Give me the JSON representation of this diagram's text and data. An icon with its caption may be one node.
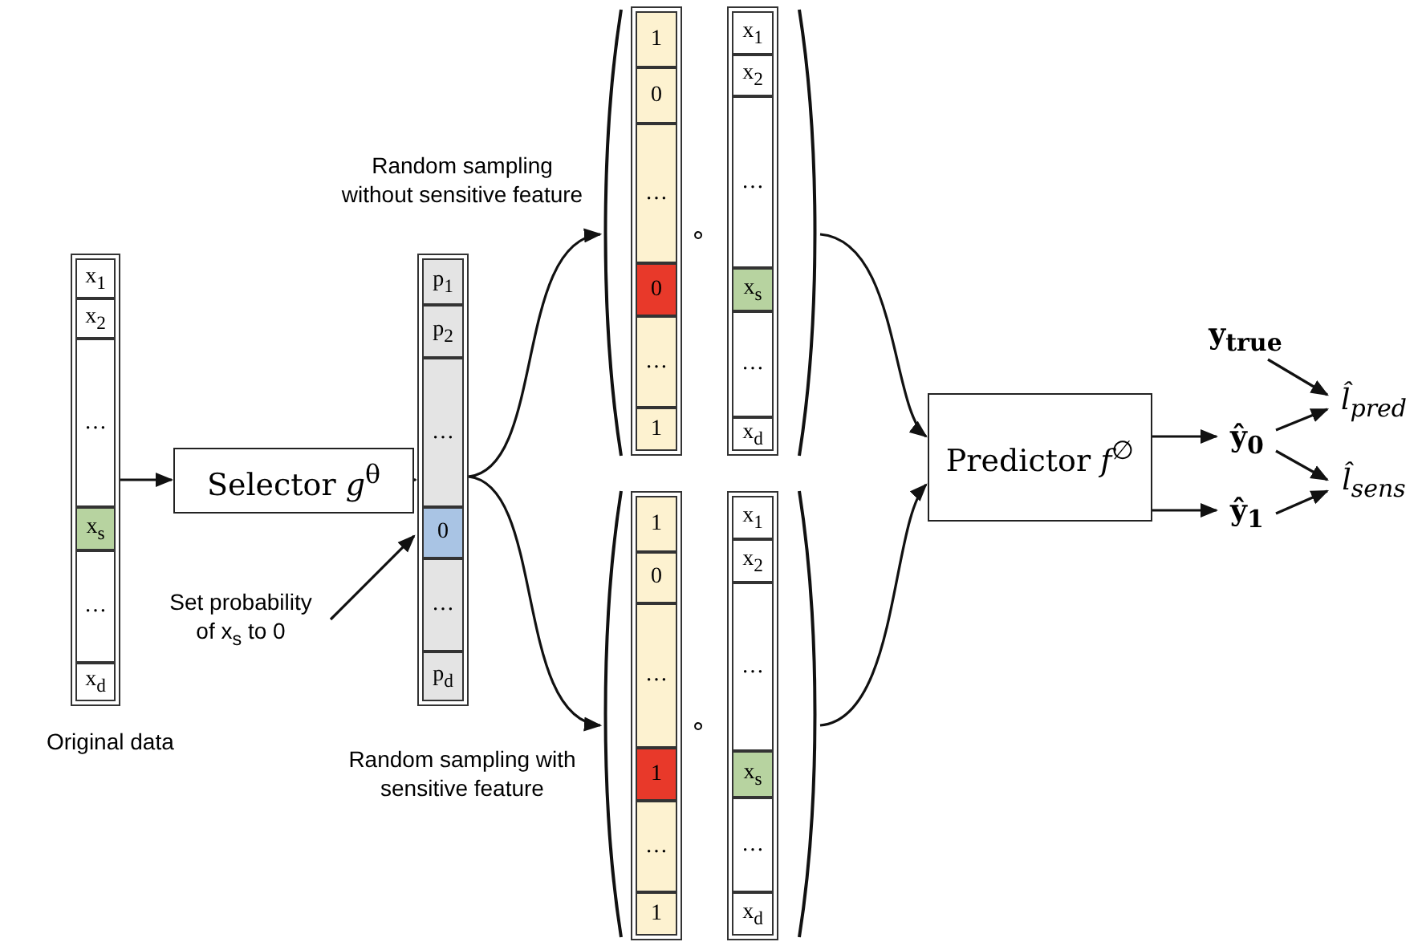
{
  "diagram": {
    "nodes": [
      {
        "text": [],
        "shape": "bar",
        "beside": [
          "Original data"
        ]
      },
      {
        "text": [
          "x$_{1}$"
        ],
        "in": 0
      },
      {
        "text": [
          "x$_{2}$"
        ],
        "in": 0
      },
      {
        "text": [
          "…"
        ],
        "in": 0
      },
      {
        "text": [
          "x$_{s}$"
        ],
        "in": 0
      },
      {
        "text": [
          "…"
        ],
        "in": 0
      },
      {
        "text": [
          "x$_{d}$"
        ],
        "in": 0
      },
      {
        "text": [
          "Selector *g*$^{θ}$"
        ]
      },
      {
        "text": [],
        "shape": "bar"
      },
      {
        "text": [
          "p$_{1}$"
        ],
        "in": 8
      },
      {
        "text": [
          "p$_{2}$"
        ],
        "in": 8
      },
      {
        "text": [
          "…"
        ],
        "in": 8
      },
      {
        "text": [
          "0"
        ],
        "in": 8
      },
      {
        "text": [
          "…"
        ],
        "in": 8
      },
      {
        "text": [
          "p$_{d}$"
        ],
        "in": 8
      },
      {
        "text": [
          "Set probability of x$_{s}$ to 0"
        ]
      },
      {
        "text": [],
        "shape": "bracket"
      },
      {
        "text": [],
        "shape": "bar",
        "in": 16
      },
      {
        "text": [
          "1"
        ],
        "in": 17
      },
      {
        "text": [
          "0"
        ],
        "in": 17
      },
      {
        "text": [
          "…"
        ],
        "in": 17
      },
      {
        "text": [
          "0"
        ],
        "in": 17
      },
      {
        "text": [
          "…"
        ],
        "in": 17
      },
      {
        "text": [
          "1"
        ],
        "in": 17
      },
      {
        "text": [],
        "shape": "bar",
        "in": 16
      },
      {
        "text": [
          "x$_{1}$"
        ],
        "in": 24
      },
      {
        "text": [
          "x$_{2}$"
        ],
        "in": 24
      },
      {
        "text": [
          "…"
        ],
        "in": 24
      },
      {
        "text": [
          "x$_{s}$"
        ],
        "in": 24
      },
      {
        "text": [
          "…"
        ],
        "in": 24
      },
      {
        "text": [
          "x$_{d}$"
        ],
        "in": 24
      },
      {
        "text": [],
        "shape": "bracket"
      },
      {
        "text": [],
        "shape": "bar",
        "in": 31
      },
      {
        "text": [
          "1"
        ],
        "in": 32
      },
      {
        "text": [
          "0"
        ],
        "in": 32
      },
      {
        "text": [
          "…"
        ],
        "in": 32
      },
      {
        "text": [
          "1"
        ],
        "in": 32
      },
      {
        "text": [
          "…"
        ],
        "in": 32
      },
      {
        "text": [
          "1"
        ],
        "in": 32
      },
      {
        "text": [],
        "shape": "bar",
        "in": 31
      },
      {
        "text": [
          "x$_{1}$"
        ],
        "in": 39
      },
      {
        "text": [
          "x$_{2}$"
        ],
        "in": 39
      },
      {
        "text": [
          "…"
        ],
        "in": 39
      },
      {
        "text": [
          "x$_{s}$"
        ],
        "in": 39
      },
      {
        "text": [
          "…"
        ],
        "in": 39
      },
      {
        "text": [
          "x$_{d}$"
        ],
        "in": 39
      },
      {
        "text": [
          "Predictor *f*$^{∅}$"
        ]
      },
      {
        "text": [
          "ŷ$_{0}$"
        ]
      },
      {
        "text": [
          "ŷ$_{1}$"
        ]
      },
      {
        "text": [
          "y$_{true}$"
        ]
      },
      {
        "text": [
          "l̂$_{pred}$"
        ]
      },
      {
        "text": [
          "l̂$_{sens}$"
        ]
      }
    ],
    "edges": [
      {
        "from": 0,
        "to": 7,
        "arrow": "to"
      },
      {
        "from": 7,
        "to": 8,
        "arrow": "to"
      },
      {
        "from": 8,
        "to": 16,
        "arrow": "to",
        "label": "Random sampling without sensitive feature"
      },
      {
        "from": 8,
        "to": 31,
        "arrow": "to",
        "label": "Random sampling with sensitive feature"
      },
      {
        "from": 15,
        "to": 12,
        "arrow": "to"
      },
      {
        "from": 16,
        "to": 46,
        "arrow": "to"
      },
      {
        "from": 31,
        "to": 46,
        "arrow": "to"
      },
      {
        "from": 46,
        "to": 47,
        "arrow": "to"
      },
      {
        "from": 46,
        "to": 48,
        "arrow": "to"
      },
      {
        "from": 49,
        "to": 50,
        "arrow": "to"
      },
      {
        "from": 47,
        "to": 50,
        "arrow": "to"
      },
      {
        "from": 47,
        "to": 51,
        "arrow": "to"
      },
      {
        "from": 48,
        "to": 51,
        "arrow": "to"
      }
    ],
    "labels": [
      "∘",
      "∘"
    ]
  }
}
